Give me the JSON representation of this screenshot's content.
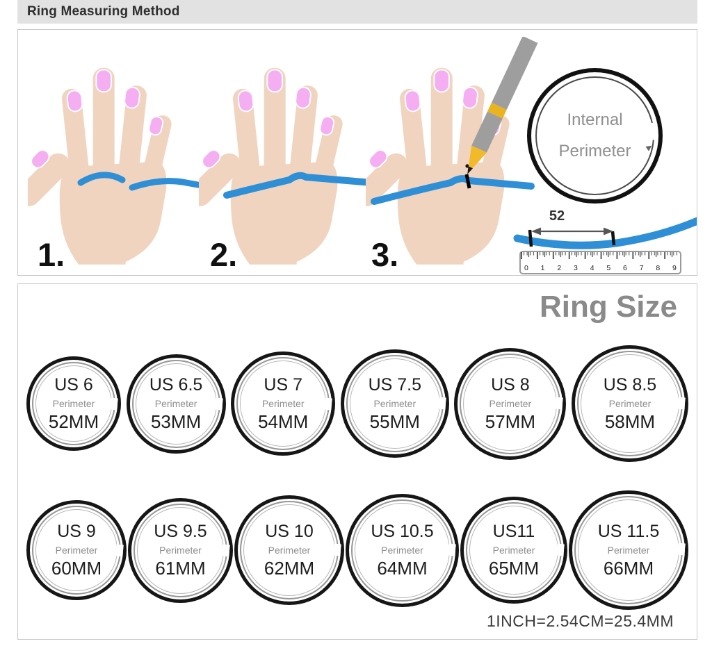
{
  "header": {
    "title": "Ring Measuring Method"
  },
  "measure": {
    "steps": [
      {
        "label": "1."
      },
      {
        "label": "2."
      },
      {
        "label": "3."
      }
    ],
    "circle": {
      "line1": "Internal",
      "line2": "Perimeter"
    },
    "ruler": {
      "length_label": "52",
      "ticks": [
        "0",
        "1",
        "2",
        "3",
        "4",
        "5",
        "6",
        "7",
        "8",
        "9"
      ]
    }
  },
  "ring_size": {
    "title": "Ring Size",
    "perimeter_label": "Perimeter",
    "sizes": [
      {
        "us": "US 6",
        "mm": "52MM"
      },
      {
        "us": "US 6.5",
        "mm": "53MM"
      },
      {
        "us": "US 7",
        "mm": "54MM"
      },
      {
        "us": "US 7.5",
        "mm": "55MM"
      },
      {
        "us": "US 8",
        "mm": "57MM"
      },
      {
        "us": "US 8.5",
        "mm": "58MM"
      },
      {
        "us": "US 9",
        "mm": "60MM"
      },
      {
        "us": "US 9.5",
        "mm": "61MM"
      },
      {
        "us": "US 10",
        "mm": "62MM"
      },
      {
        "us": "US 10.5",
        "mm": "64MM"
      },
      {
        "us": "US11",
        "mm": "65MM"
      },
      {
        "us": "US 11.5",
        "mm": "66MM"
      }
    ],
    "conversion": "1INCH=2.54CM=25.4MM"
  },
  "colors": {
    "string_blue": "#2e8fd6",
    "skin": "#f0d4bf",
    "nail": "#f6aef2",
    "pencil_gray": "#9e9e9e",
    "pencil_yellow": "#e9b41f",
    "ring_black": "#161616",
    "gray_text": "#8a8a8a",
    "title_bar_bg": "#e2e2e2"
  }
}
